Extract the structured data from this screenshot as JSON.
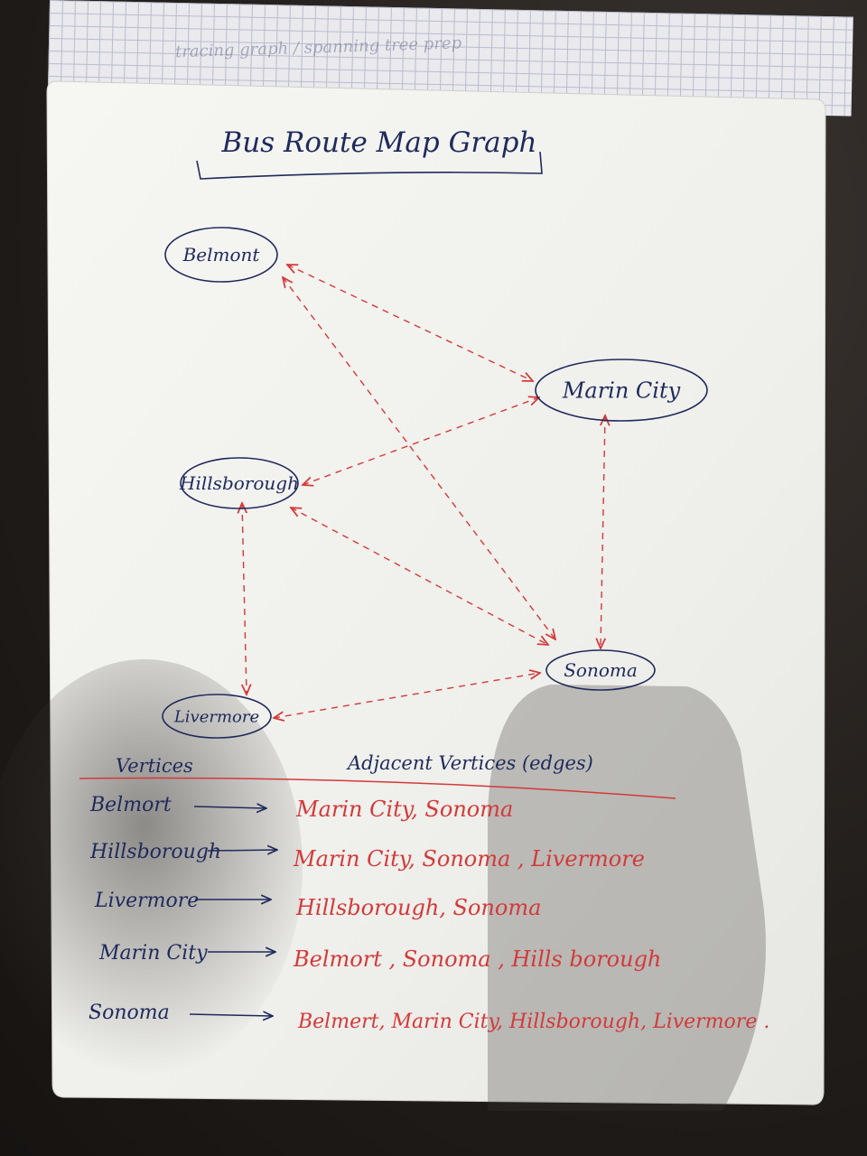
{
  "title": "Bus Route Map Graph",
  "back_page_text": "tracing graph / spanning tree prep",
  "graph": {
    "nodes": [
      {
        "id": "belmont",
        "label": "Belmont"
      },
      {
        "id": "marin",
        "label": "Marin City"
      },
      {
        "id": "hills",
        "label": "Hillsborough"
      },
      {
        "id": "sonoma",
        "label": "Sonoma"
      },
      {
        "id": "livermore",
        "label": "Livermore"
      }
    ],
    "edges": [
      {
        "from": "belmont",
        "to": "marin"
      },
      {
        "from": "belmont",
        "to": "sonoma"
      },
      {
        "from": "hills",
        "to": "marin"
      },
      {
        "from": "hills",
        "to": "sonoma"
      },
      {
        "from": "hills",
        "to": "livermore"
      },
      {
        "from": "marin",
        "to": "sonoma"
      },
      {
        "from": "livermore",
        "to": "sonoma"
      }
    ]
  },
  "table": {
    "vertices_header": "Vertices",
    "adjacent_header": "Adjacent Vertices (edges)",
    "rows": [
      {
        "vertex": "Belmort",
        "adjacent": "Marin City, Sonoma"
      },
      {
        "vertex": "Hillsborough",
        "adjacent": "Marin City, Sonoma , Livermore"
      },
      {
        "vertex": "Livermore",
        "adjacent": "Hillsborough, Sonoma"
      },
      {
        "vertex": "Marin City",
        "adjacent": "Belmort , Sonoma , Hills borough"
      },
      {
        "vertex": "Sonoma",
        "adjacent": "Belmert, Marin City, Hillsborough, Livermore ."
      }
    ]
  },
  "colors": {
    "ink_blue": "#1f2a5c",
    "ink_red": "#d33a3a",
    "paper": "#f3f3f0"
  }
}
